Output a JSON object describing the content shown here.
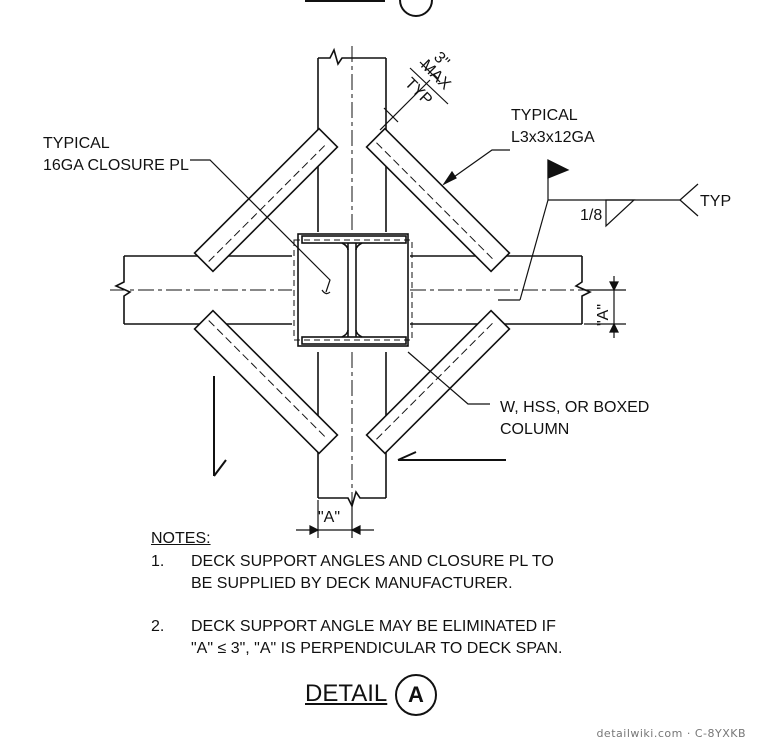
{
  "labels": {
    "closure_pl_line1": "TYPICAL",
    "closure_pl_line2": "16GA CLOSURE PL",
    "angle_line1": "TYPICAL",
    "angle_line2": "L3x3x12GA",
    "weld_typ": "TYP",
    "weld_size": "1/8",
    "max_dim": "3\"",
    "max_word": "MAX",
    "max_typ": "TYP",
    "dim_a_side": "\"A\"",
    "dim_a_bottom": "\"A\"",
    "column_line1": "W, HSS, OR BOXED",
    "column_line2": "COLUMN"
  },
  "notes": {
    "heading": "NOTES:",
    "items": [
      {
        "num": "1.",
        "line1": "DECK SUPPORT ANGLES AND CLOSURE PL TO",
        "line2": "BE SUPPLIED BY DECK MANUFACTURER."
      },
      {
        "num": "2.",
        "line1": "DECK SUPPORT ANGLE MAY BE ELIMINATED IF",
        "line2": "\"A\" ≤ 3\", \"A\" IS PERPENDICULAR TO DECK SPAN."
      }
    ]
  },
  "title": {
    "text": "DETAIL",
    "mark": "A"
  },
  "watermark": "detailwiki.com · C-8YXKB"
}
